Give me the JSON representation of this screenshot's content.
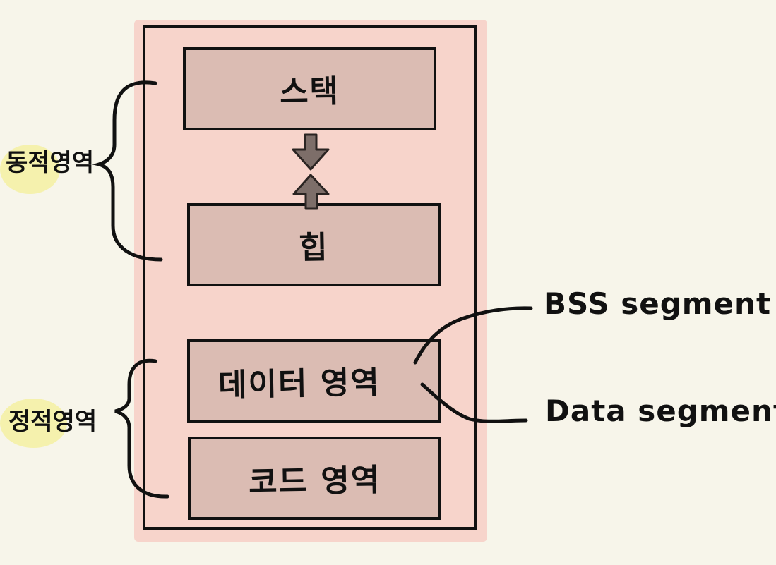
{
  "diagram": {
    "segments": {
      "stack": "스택",
      "heap": "힙",
      "data": "데이터 영역",
      "code": "코드 영역"
    },
    "side_labels": {
      "dynamic": "동적영역",
      "static": "정적영역"
    },
    "annotations": {
      "bss": "BSS segment",
      "data": "Data segment"
    },
    "colors": {
      "background": "#f7f5ea",
      "memory_fill": "#f7d4cb",
      "segment_fill": "#dbbcb3",
      "arrow_fill": "#7d6e69",
      "highlight": "#f4f1a6"
    },
    "icons": {
      "down_arrow": "arrow-down-icon",
      "up_arrow": "arrow-up-icon"
    }
  }
}
